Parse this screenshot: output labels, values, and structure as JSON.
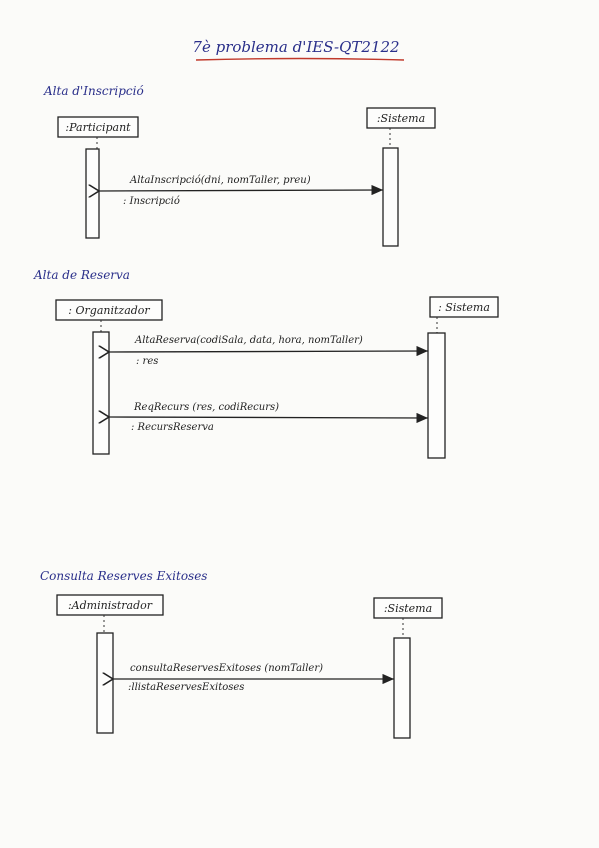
{
  "title": "7è problema d'IES-QT2122",
  "colors": {
    "heading_ink": "#2a2f8a",
    "underline": "#c0392b",
    "ink": "#222222"
  },
  "sections": [
    {
      "heading": "Alta d'Inscripció",
      "participants": [
        ":Participant",
        ":Sistema"
      ],
      "messages": [
        {
          "call": "AltaInscripció(dni, nomTaller, preu)",
          "ret": ": Inscripció"
        }
      ]
    },
    {
      "heading": "Alta de Reserva",
      "participants": [
        ": Organitzador",
        ": Sistema"
      ],
      "messages": [
        {
          "call": "AltaReserva(codiSala, data, hora, nomTaller)",
          "ret": ": res"
        },
        {
          "call": "ReqRecurs (res, codiRecurs)",
          "ret": ": RecursReserva"
        }
      ]
    },
    {
      "heading": "Consulta Reserves Exitoses",
      "participants": [
        ":Administrador",
        ":Sistema"
      ],
      "messages": [
        {
          "call": "consultaReservesExitoses (nomTaller)",
          "ret": ":llistaReservesExitoses"
        }
      ]
    }
  ]
}
